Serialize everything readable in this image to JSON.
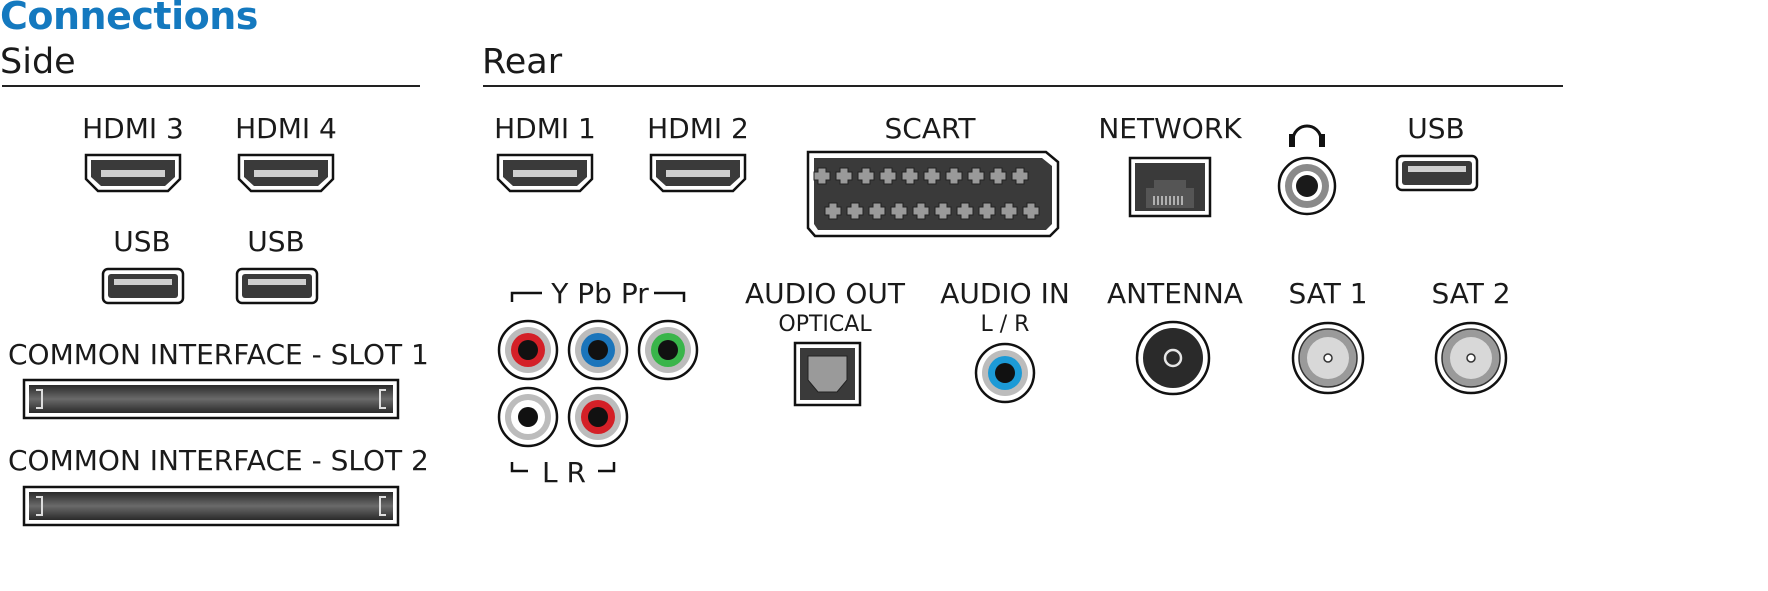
{
  "title": "Connections",
  "side": {
    "heading": "Side",
    "hdmi": [
      "HDMI 3",
      "HDMI 4"
    ],
    "usb": [
      "USB",
      "USB"
    ],
    "slots": [
      "COMMON INTERFACE - SLOT 1",
      "COMMON INTERFACE - SLOT 2"
    ]
  },
  "rear": {
    "heading": "Rear",
    "hdmi": [
      "HDMI 1",
      "HDMI 2"
    ],
    "scart": "SCART",
    "network": "NETWORK",
    "headphone_icon": "headphone-icon",
    "usb": "USB",
    "component": {
      "top": "Y Pb Pr",
      "bottom": "L R"
    },
    "audio_out": {
      "label": "AUDIO OUT",
      "sub": "OPTICAL"
    },
    "audio_in": {
      "label": "AUDIO IN",
      "sub": "L / R"
    },
    "antenna": "ANTENNA",
    "sat": [
      "SAT 1",
      "SAT 2"
    ]
  },
  "colors": {
    "title": "#1479bf",
    "jack_red": "#d42027",
    "jack_blue": "#1b75bb",
    "jack_green": "#39b54a",
    "jack_white": "#ffffff",
    "audio_in_blue": "#1c9ad6",
    "port_dark": "#3a3a3a"
  }
}
